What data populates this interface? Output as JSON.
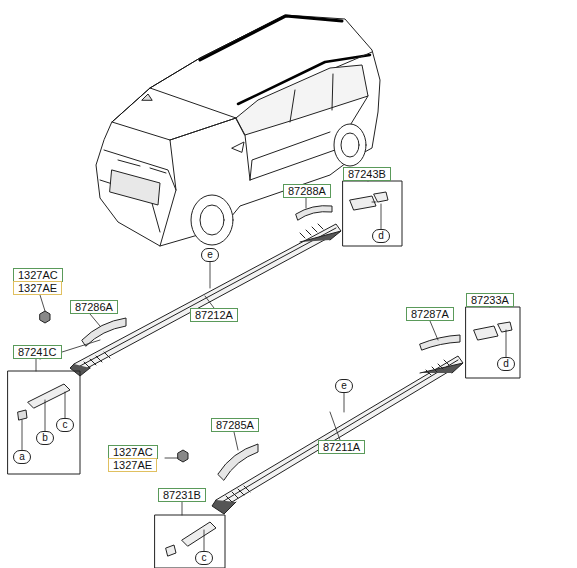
{
  "diagram": {
    "nodes": [
      {
        "text": [
          "87243B"
        ]
      },
      {
        "text": [
          "87288A"
        ]
      },
      {
        "text": [
          "d"
        ]
      },
      {
        "text": [
          "e"
        ]
      },
      {
        "text": [
          "1327AC"
        ]
      },
      {
        "text": [
          "1327AE"
        ]
      },
      {
        "text": [
          "87286A"
        ]
      },
      {
        "text": [
          "87212A"
        ]
      },
      {
        "text": [
          "87287A"
        ]
      },
      {
        "text": [
          "87233A"
        ]
      },
      {
        "text": [
          "87241C"
        ]
      },
      {
        "text": [
          "d"
        ]
      },
      {
        "text": [
          "e"
        ]
      },
      {
        "text": [
          "87285A"
        ]
      },
      {
        "text": [
          "87211A"
        ]
      },
      {
        "text": [
          "1327AC"
        ]
      },
      {
        "text": [
          "1327AE"
        ]
      },
      {
        "text": [
          "a"
        ]
      },
      {
        "text": [
          "b"
        ]
      },
      {
        "text": [
          "c"
        ]
      },
      {
        "text": [
          "87231B"
        ]
      },
      {
        "text": [
          "c"
        ]
      }
    ]
  }
}
